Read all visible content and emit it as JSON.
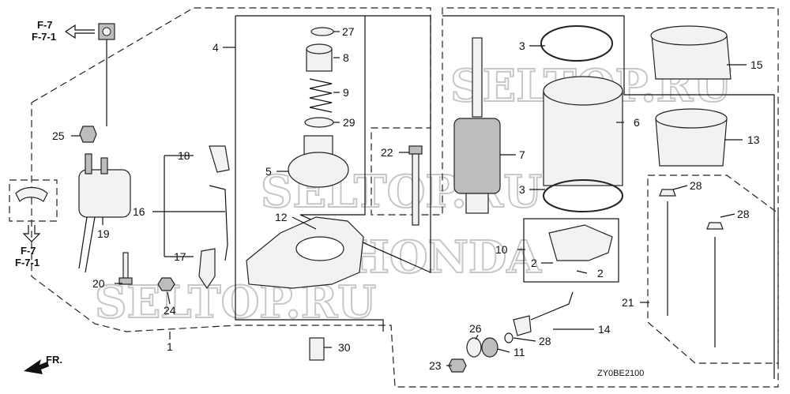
{
  "refs": {
    "f7": "F-7",
    "f71": "F-7-1"
  },
  "figure_code": "ZY0BE2100",
  "front_label": "FR.",
  "watermarks": [
    "SELTOP.RU",
    "SELTOP.RU",
    "SELTOP.RU",
    "HONDA"
  ],
  "callouts": [
    "1",
    "2",
    "2",
    "3",
    "3",
    "4",
    "5",
    "6",
    "7",
    "8",
    "9",
    "10",
    "11",
    "12",
    "13",
    "14",
    "15",
    "16",
    "17",
    "18",
    "19",
    "20",
    "21",
    "22",
    "23",
    "24",
    "25",
    "26",
    "27",
    "28",
    "28",
    "28",
    "29",
    "30"
  ]
}
